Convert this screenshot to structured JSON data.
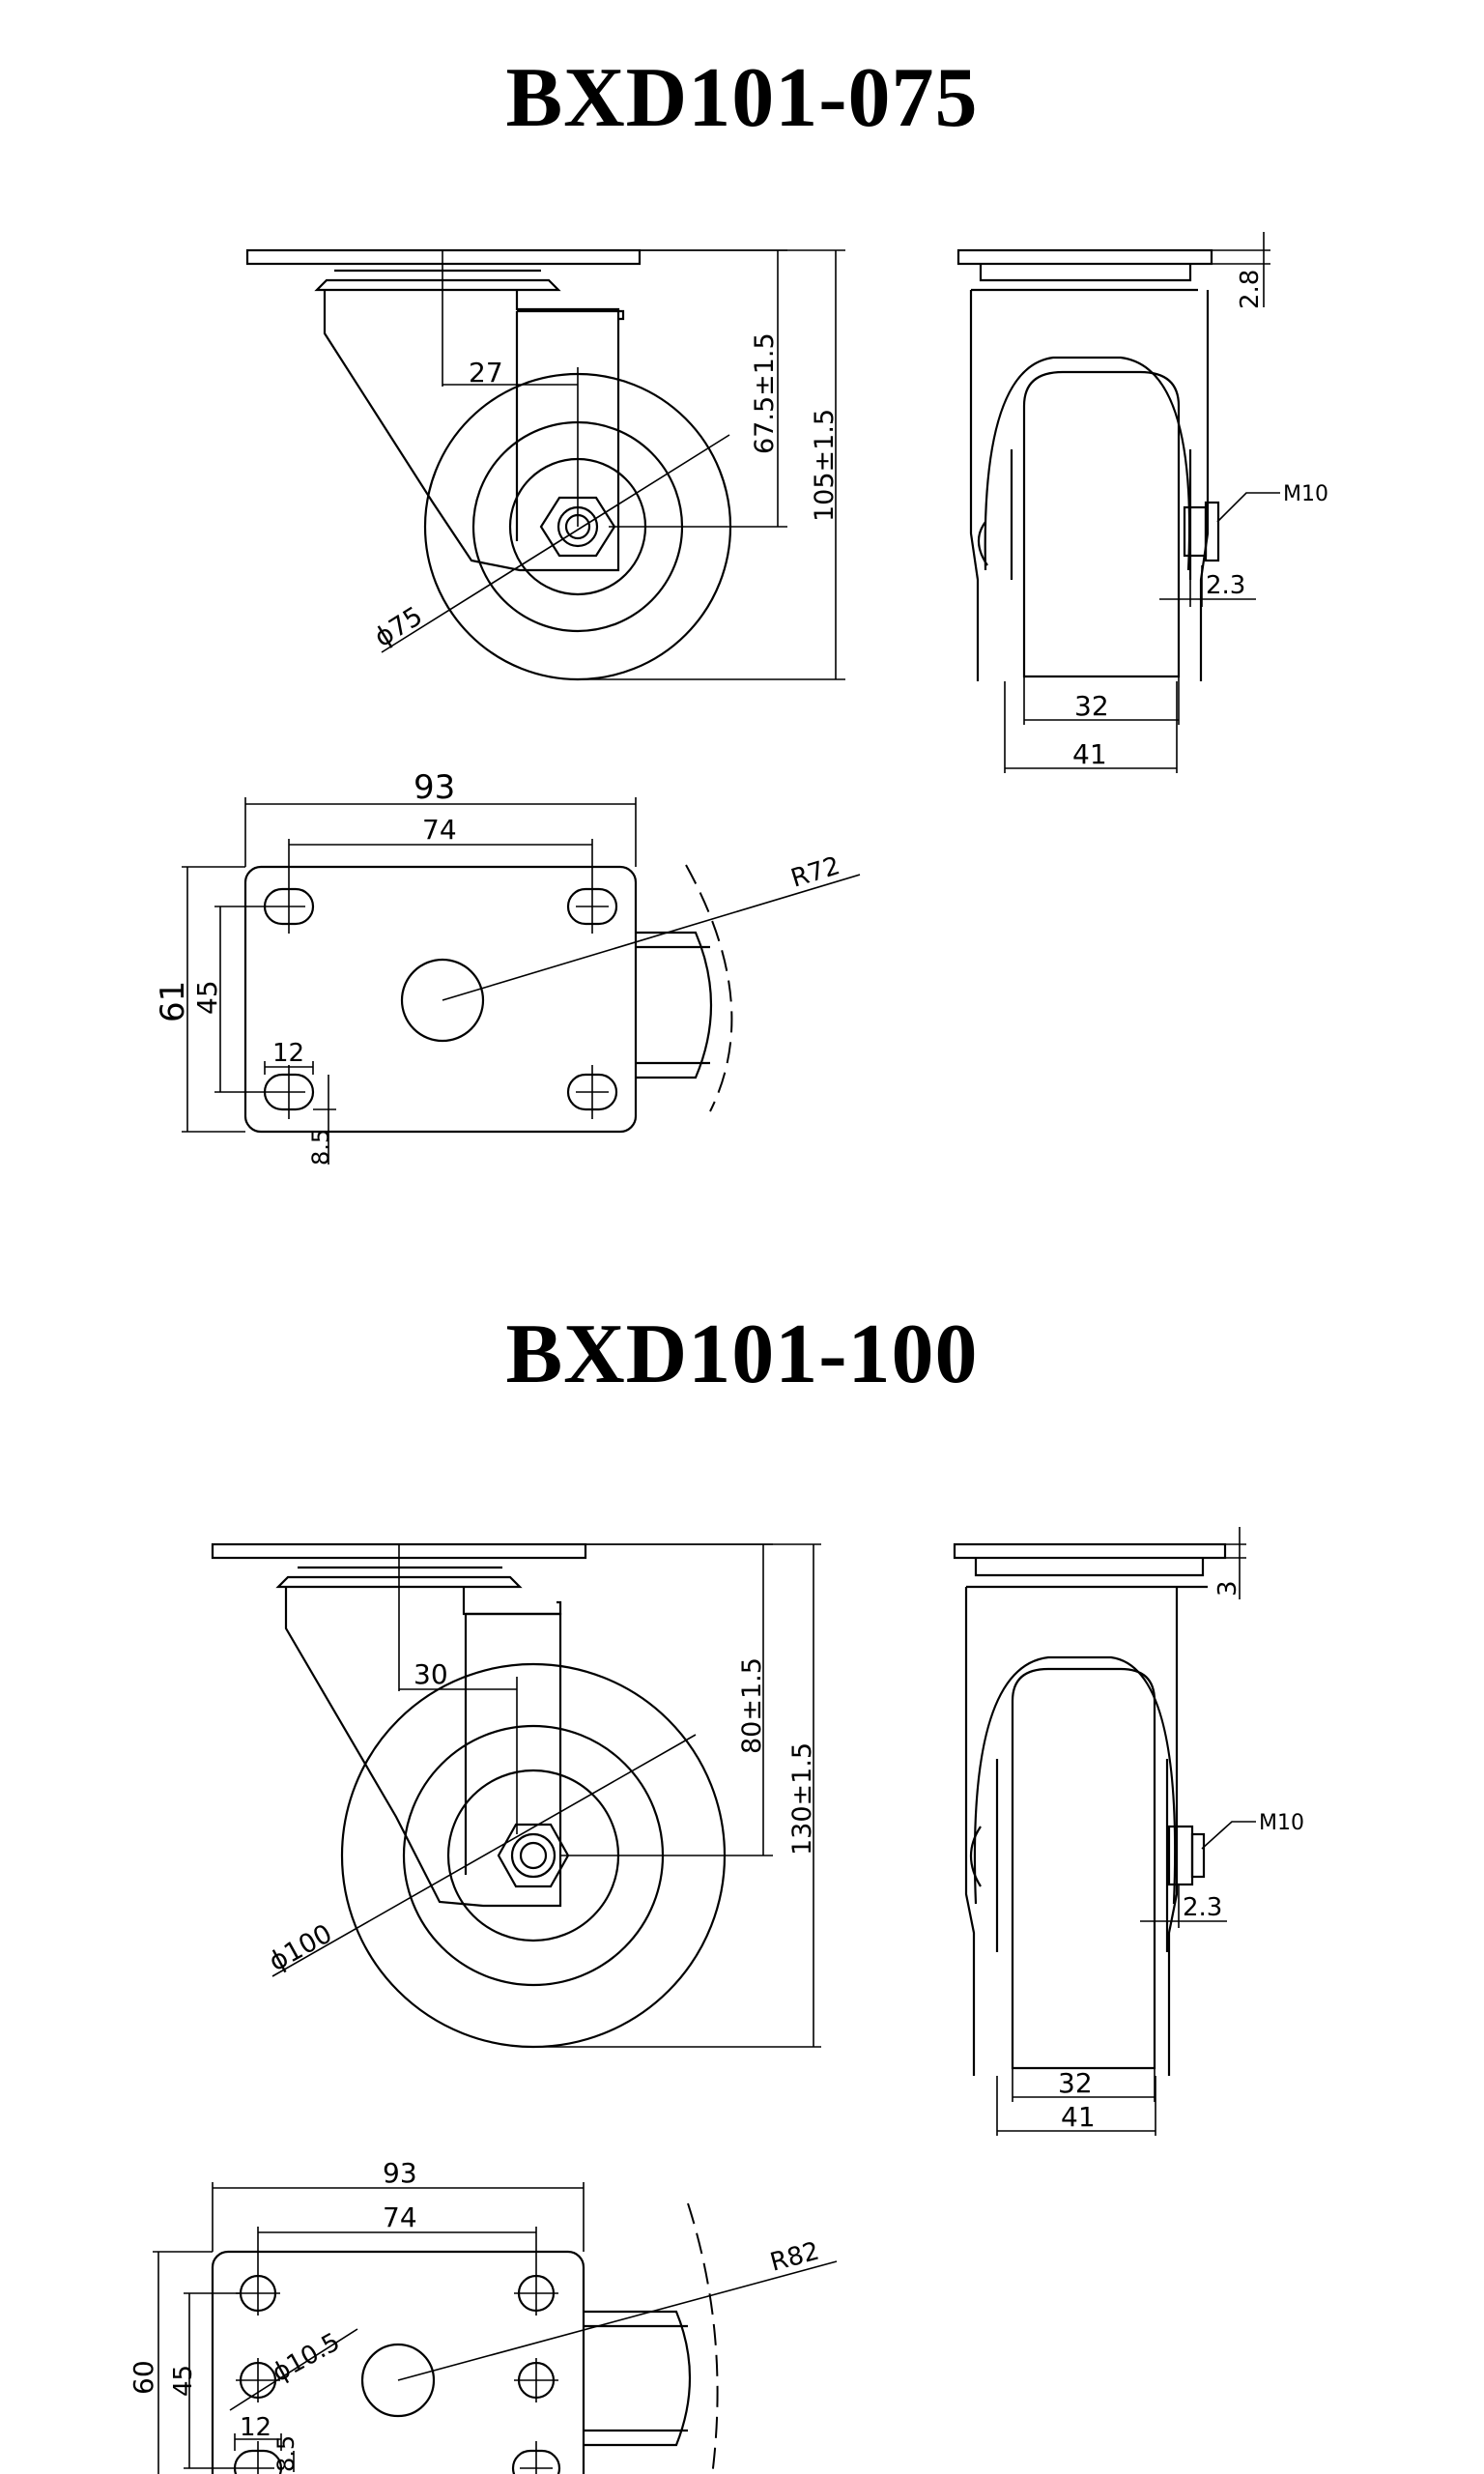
{
  "models": [
    {
      "title": "BXD101-075",
      "side": {
        "offset": "27",
        "swivel_height": "67.5±1.5",
        "total_height": "105±1.5",
        "wheel_dia": "ϕ75"
      },
      "front": {
        "plate_thick": "2.8",
        "bolt": "M10",
        "gap": "2.3",
        "tread": "32",
        "width": "41"
      },
      "plate": {
        "length": "93",
        "hole_span_x": "74",
        "width": "61",
        "hole_span_y": "45",
        "slot": "12",
        "edge": "8.5",
        "radius": "R72"
      }
    },
    {
      "title": "BXD101-100",
      "side": {
        "offset": "30",
        "swivel_height": "80±1.5",
        "total_height": "130±1.5",
        "wheel_dia": "ϕ100"
      },
      "front": {
        "plate_thick": "3",
        "bolt": "M10",
        "gap": "2.3",
        "tread": "32",
        "width": "41"
      },
      "plate": {
        "length": "93",
        "hole_span_x": "74",
        "width": "60",
        "hole_span_y": "45",
        "slot": "12",
        "edge": "8.5",
        "radius": "R82",
        "hole_dia": "ϕ10.5"
      }
    }
  ]
}
